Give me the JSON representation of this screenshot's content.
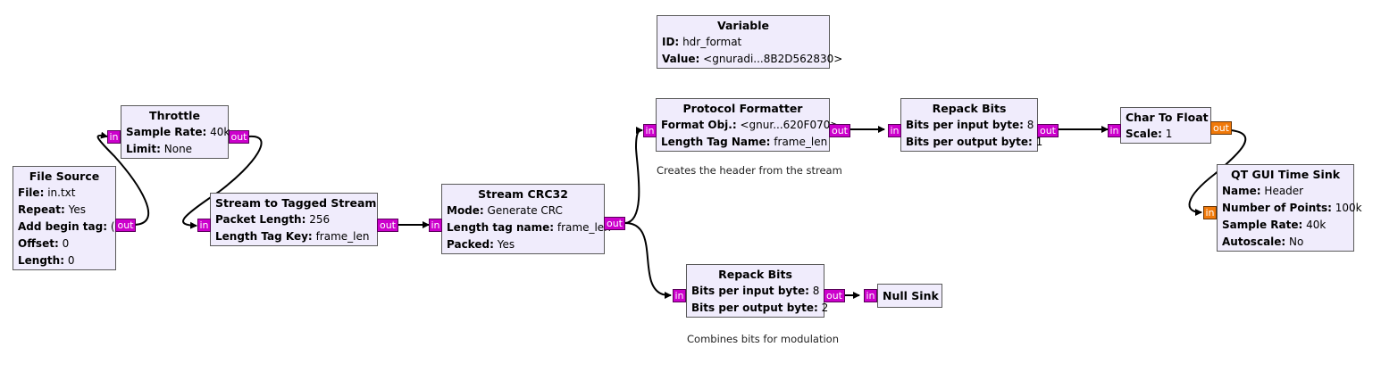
{
  "colors": {
    "block_bg": "#f0ecfc",
    "byte_port": "#cc00cc",
    "float_port": "#f0790a",
    "wire": "#000000"
  },
  "blocks": {
    "variable": {
      "title": "Variable",
      "params": [
        {
          "k": "ID:",
          "v": "hdr_format"
        },
        {
          "k": "Value:",
          "v": "<gnuradi...8B2D562830>"
        }
      ]
    },
    "throttle": {
      "title": "Throttle",
      "params": [
        {
          "k": "Sample Rate:",
          "v": "40k"
        },
        {
          "k": "Limit:",
          "v": "None"
        }
      ]
    },
    "file_source": {
      "title": "File Source",
      "params": [
        {
          "k": "File:",
          "v": "in.txt"
        },
        {
          "k": "Repeat:",
          "v": "Yes"
        },
        {
          "k": "Add begin tag:",
          "v": "()"
        },
        {
          "k": "Offset:",
          "v": "0"
        },
        {
          "k": "Length:",
          "v": "0"
        }
      ]
    },
    "stream_to_tagged": {
      "title": "Stream to Tagged Stream",
      "params": [
        {
          "k": "Packet Length:",
          "v": "256"
        },
        {
          "k": "Length Tag Key:",
          "v": "frame_len"
        }
      ]
    },
    "crc32": {
      "title": "Stream CRC32",
      "params": [
        {
          "k": "Mode:",
          "v": "Generate CRC"
        },
        {
          "k": "Length tag name:",
          "v": "frame_len"
        },
        {
          "k": "Packed:",
          "v": "Yes"
        }
      ]
    },
    "protocol_formatter": {
      "title": "Protocol Formatter",
      "params": [
        {
          "k": "Format Obj.:",
          "v": "<gnur...620F070>"
        },
        {
          "k": "Length Tag Name:",
          "v": "frame_len"
        }
      ]
    },
    "repack_bits_1": {
      "title": "Repack Bits",
      "params": [
        {
          "k": "Bits per input byte:",
          "v": "8"
        },
        {
          "k": "Bits per output byte:",
          "v": "1"
        }
      ]
    },
    "char_to_float": {
      "title": "Char To Float",
      "params": [
        {
          "k": "Scale:",
          "v": "1"
        }
      ]
    },
    "qt_time_sink": {
      "title": "QT GUI Time Sink",
      "params": [
        {
          "k": "Name:",
          "v": "Header"
        },
        {
          "k": "Number of Points:",
          "v": "100k"
        },
        {
          "k": "Sample Rate:",
          "v": "40k"
        },
        {
          "k": "Autoscale:",
          "v": "No"
        }
      ]
    },
    "repack_bits_2": {
      "title": "Repack Bits",
      "params": [
        {
          "k": "Bits per input byte:",
          "v": "8"
        },
        {
          "k": "Bits per output byte:",
          "v": "2"
        }
      ]
    },
    "null_sink": {
      "title": "Null Sink",
      "params": []
    }
  },
  "ports": {
    "in": "in",
    "out": "out"
  },
  "comments": {
    "protocol_formatter": "Creates the header from the stream",
    "repack_bits_2": "Combines bits for modulation"
  }
}
